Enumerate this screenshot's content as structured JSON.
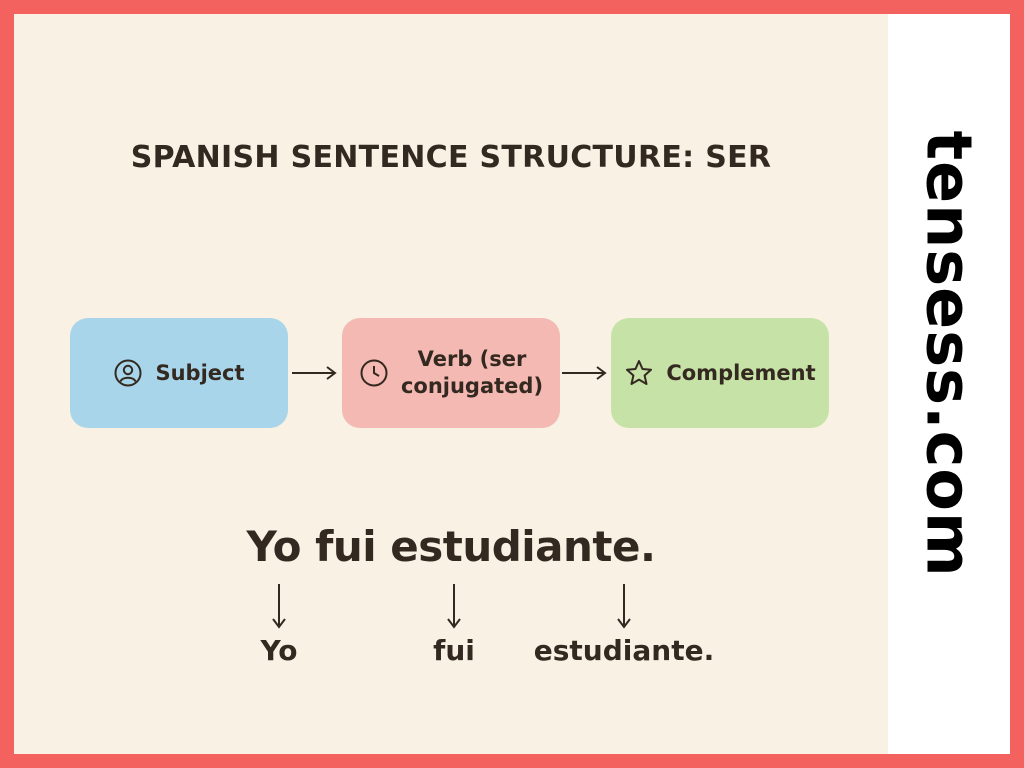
{
  "title": "SPANISH SENTENCE STRUCTURE: SER",
  "flow": {
    "subject": {
      "label": "Subject",
      "icon": "person-icon",
      "color": "#a9d5ea"
    },
    "verb": {
      "label": "Verb (ser\nconjugated)",
      "icon": "clock-icon",
      "color": "#f3b9b2"
    },
    "complement": {
      "label": "Complement",
      "icon": "star-icon",
      "color": "#c7e2a6"
    }
  },
  "example": {
    "sentence": "Yo fui estudiante.",
    "parts": [
      "Yo",
      "fui",
      "estudiante."
    ]
  },
  "brand": "tensess.com",
  "colors": {
    "border": "#f4625f",
    "background": "#f8f1e4",
    "text": "#332920"
  }
}
